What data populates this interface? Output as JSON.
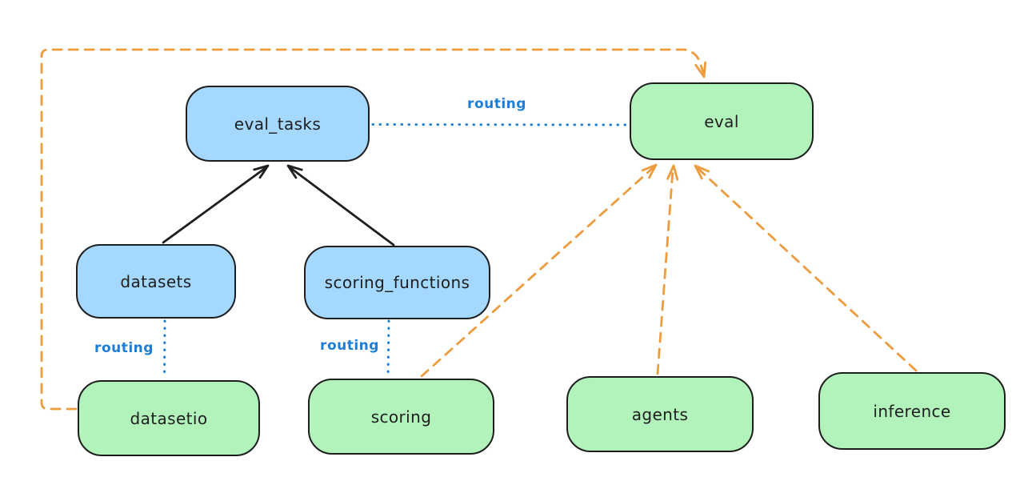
{
  "diagram": {
    "edge_label_routing": "routing",
    "nodes": [
      {
        "id": "eval_tasks",
        "label": "eval_tasks",
        "color": "blue"
      },
      {
        "id": "eval",
        "label": "eval",
        "color": "green"
      },
      {
        "id": "datasets",
        "label": "datasets",
        "color": "blue"
      },
      {
        "id": "scoring_functions",
        "label": "scoring_functions",
        "color": "blue"
      },
      {
        "id": "datasetio",
        "label": "datasetio",
        "color": "green"
      },
      {
        "id": "scoring",
        "label": "scoring",
        "color": "green"
      },
      {
        "id": "agents",
        "label": "agents",
        "color": "green"
      },
      {
        "id": "inference",
        "label": "inference",
        "color": "green"
      }
    ],
    "edges": [
      {
        "from": "datasets",
        "to": "eval_tasks",
        "style": "solid-arrow",
        "color": "black"
      },
      {
        "from": "scoring_functions",
        "to": "eval_tasks",
        "style": "solid-arrow",
        "color": "black"
      },
      {
        "from": "eval_tasks",
        "to": "eval",
        "style": "dotted-line",
        "color": "blue",
        "label": "routing"
      },
      {
        "from": "datasets",
        "to": "datasetio",
        "style": "dotted-line",
        "color": "blue",
        "label": "routing"
      },
      {
        "from": "scoring_functions",
        "to": "scoring",
        "style": "dotted-line",
        "color": "blue",
        "label": "routing"
      },
      {
        "from": "datasetio",
        "to": "eval",
        "style": "dashed-arrow",
        "color": "orange"
      },
      {
        "from": "scoring",
        "to": "eval",
        "style": "dashed-arrow",
        "color": "orange"
      },
      {
        "from": "agents",
        "to": "eval",
        "style": "dashed-arrow",
        "color": "orange"
      },
      {
        "from": "inference",
        "to": "eval",
        "style": "dashed-arrow",
        "color": "orange"
      }
    ],
    "colors": {
      "blue_fill": "#a5d8ff",
      "green_fill": "#b2f2bb",
      "stroke": "#1e1e1e",
      "orange_accent": "#ee9b3e",
      "routing_blue": "#1c7ed6",
      "background": "#ffffff"
    }
  }
}
